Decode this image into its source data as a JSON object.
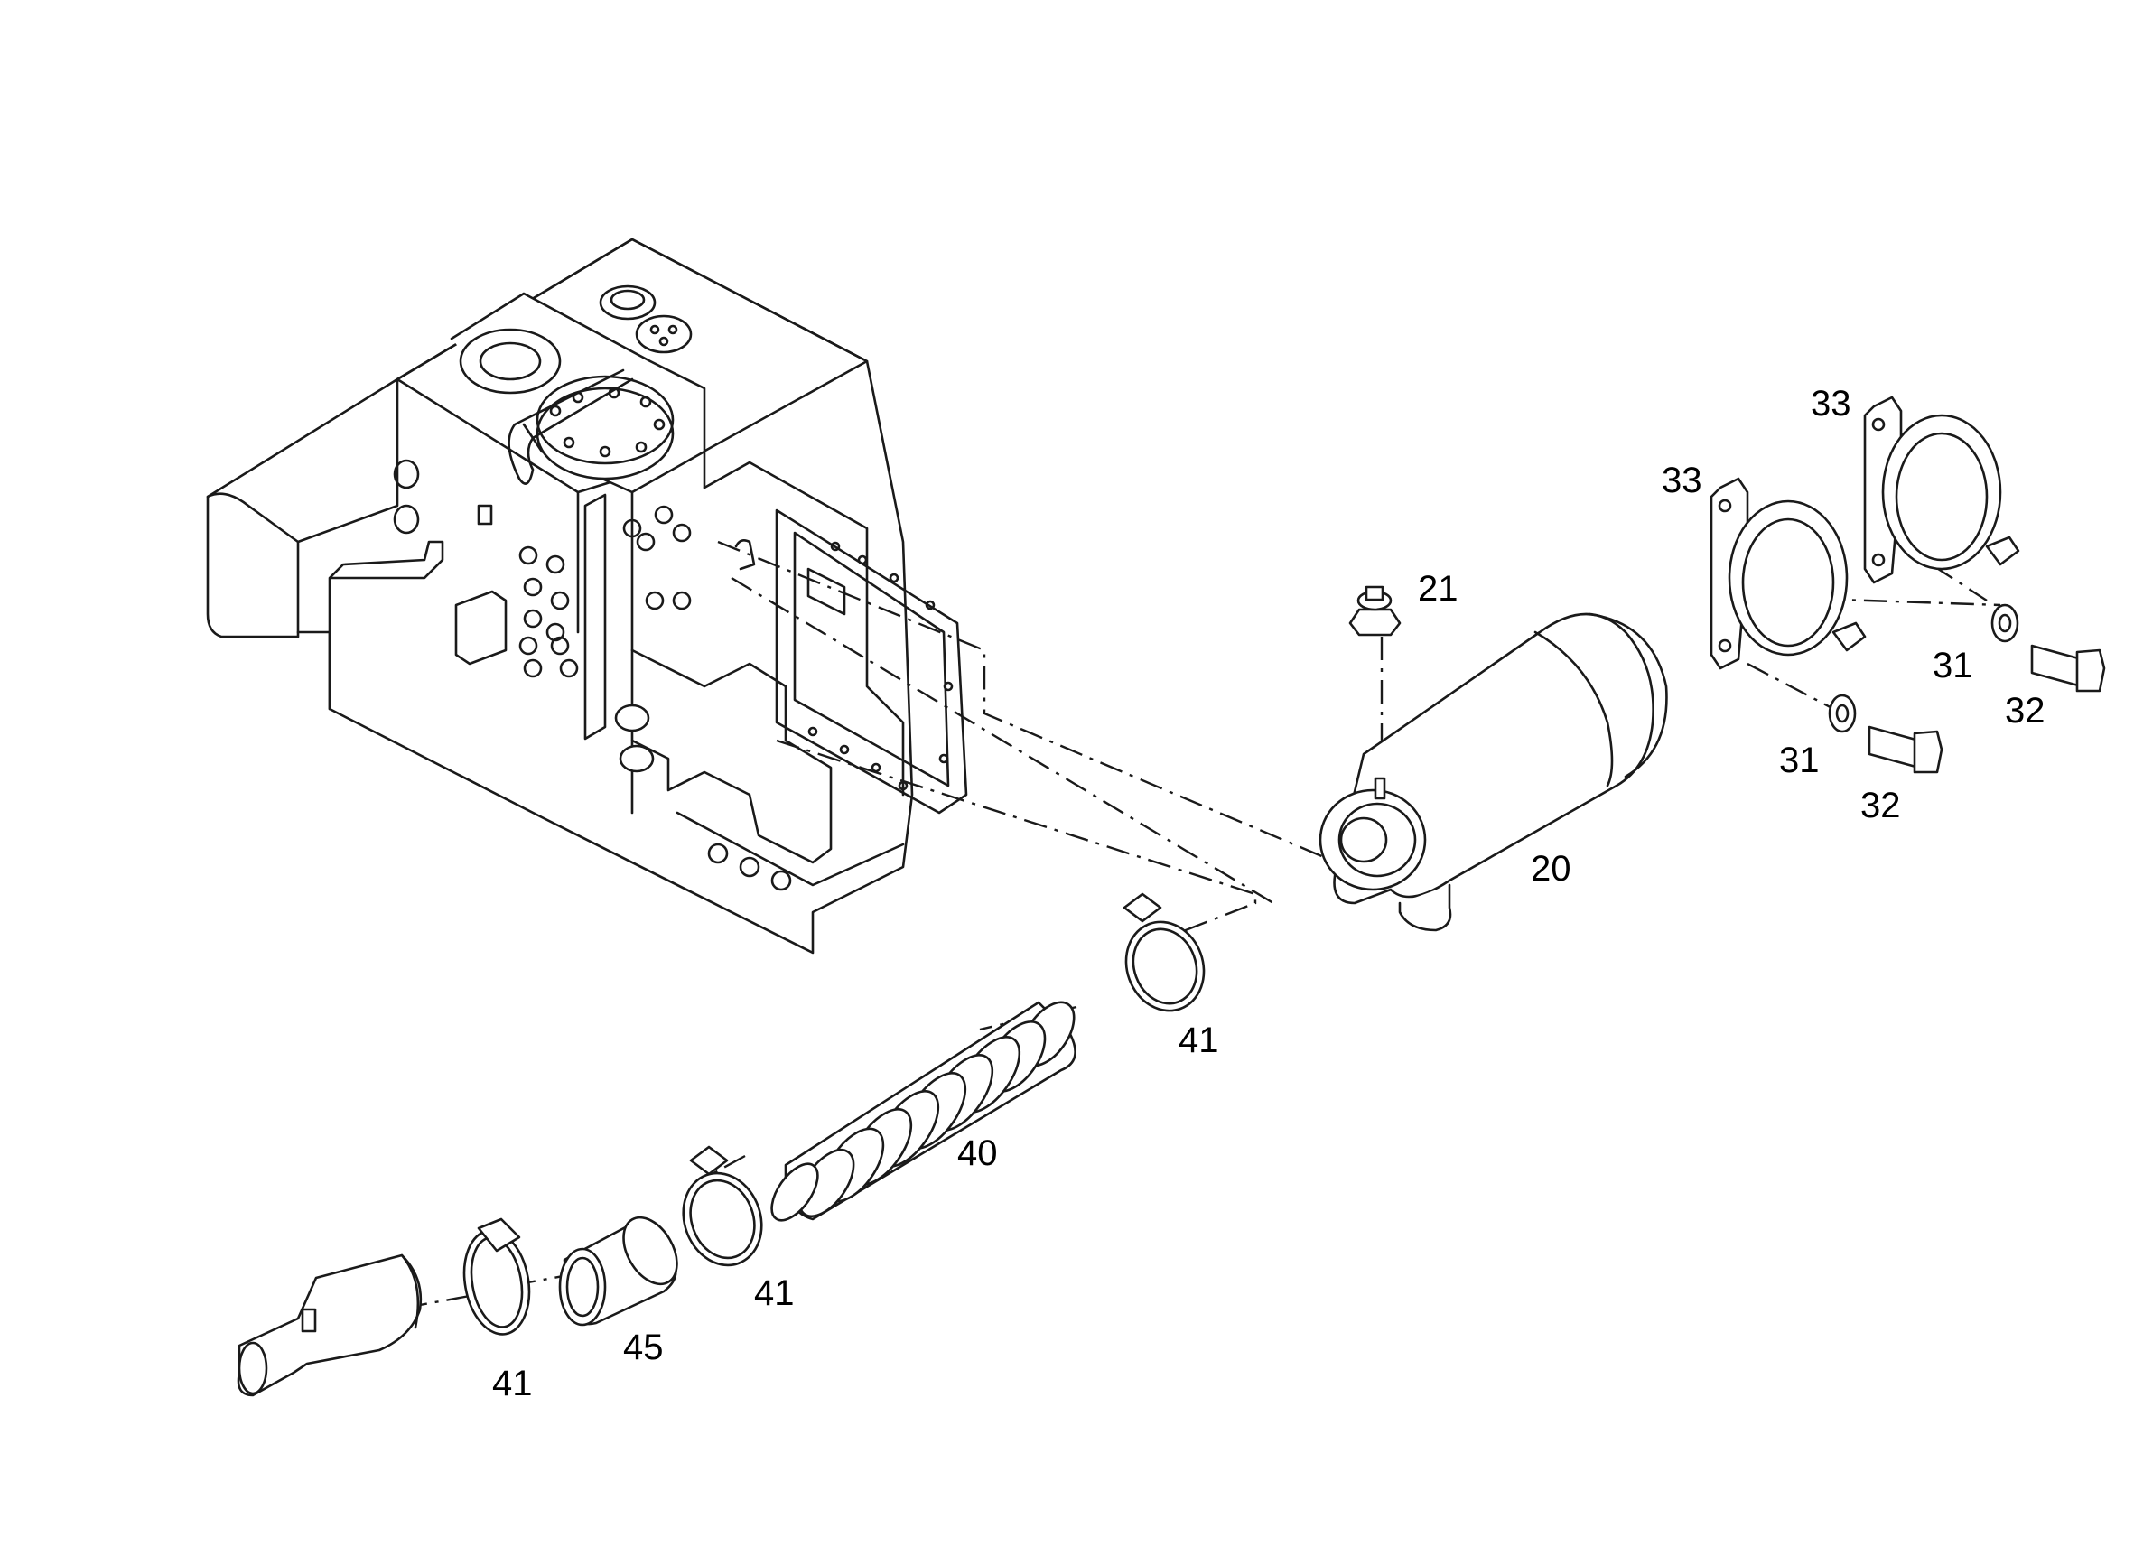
{
  "callouts": {
    "tank": [],
    "air_filter": "20",
    "filter_nut": "21",
    "mounting_band_upper": "33",
    "mounting_band_lower": "33",
    "washer_upper": "31",
    "washer_lower": "31",
    "bolt_upper": "32",
    "bolt_lower": "32",
    "bellows_hose": "40",
    "clamp_right": "41",
    "clamp_middle": "41",
    "clamp_left": "41",
    "elbow_sleeve": "45"
  },
  "colors": {
    "line": "#1a1a1a",
    "background": "#ffffff"
  }
}
